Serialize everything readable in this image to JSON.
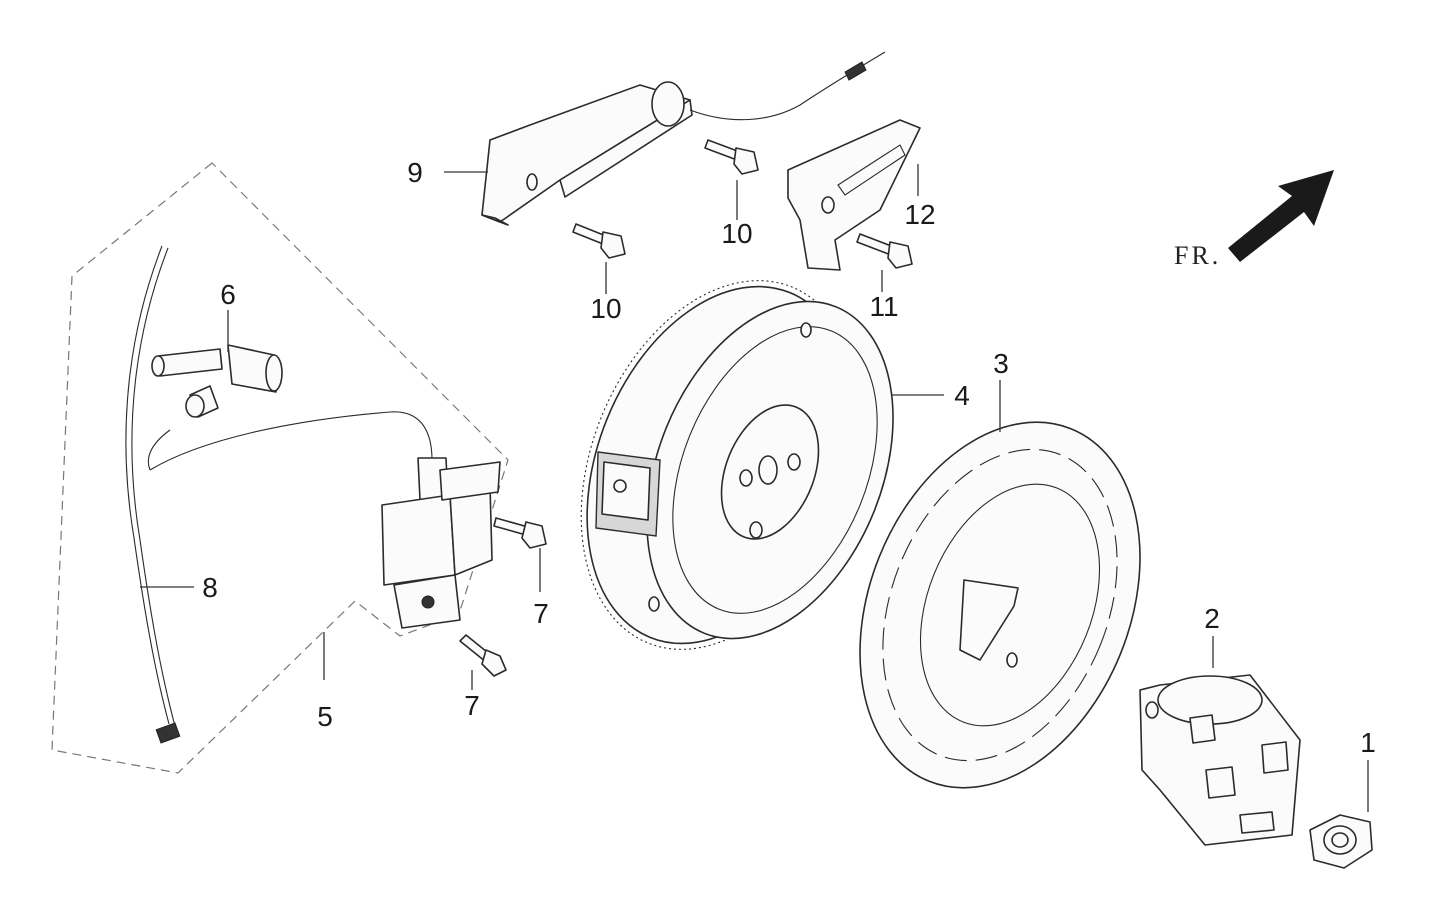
{
  "callouts": [
    {
      "id": "1",
      "text": "1"
    },
    {
      "id": "2",
      "text": "2"
    },
    {
      "id": "3",
      "text": "3"
    },
    {
      "id": "4",
      "text": "4"
    },
    {
      "id": "5",
      "text": "5"
    },
    {
      "id": "6",
      "text": "6"
    },
    {
      "id": "7a",
      "text": "7"
    },
    {
      "id": "7b",
      "text": "7"
    },
    {
      "id": "8",
      "text": "8"
    },
    {
      "id": "9",
      "text": "9"
    },
    {
      "id": "10a",
      "text": "10"
    },
    {
      "id": "10b",
      "text": "10"
    },
    {
      "id": "11",
      "text": "11"
    },
    {
      "id": "12",
      "text": "12"
    }
  ],
  "direction": {
    "text": "FR.",
    "icon": "front-direction-arrow-icon"
  }
}
